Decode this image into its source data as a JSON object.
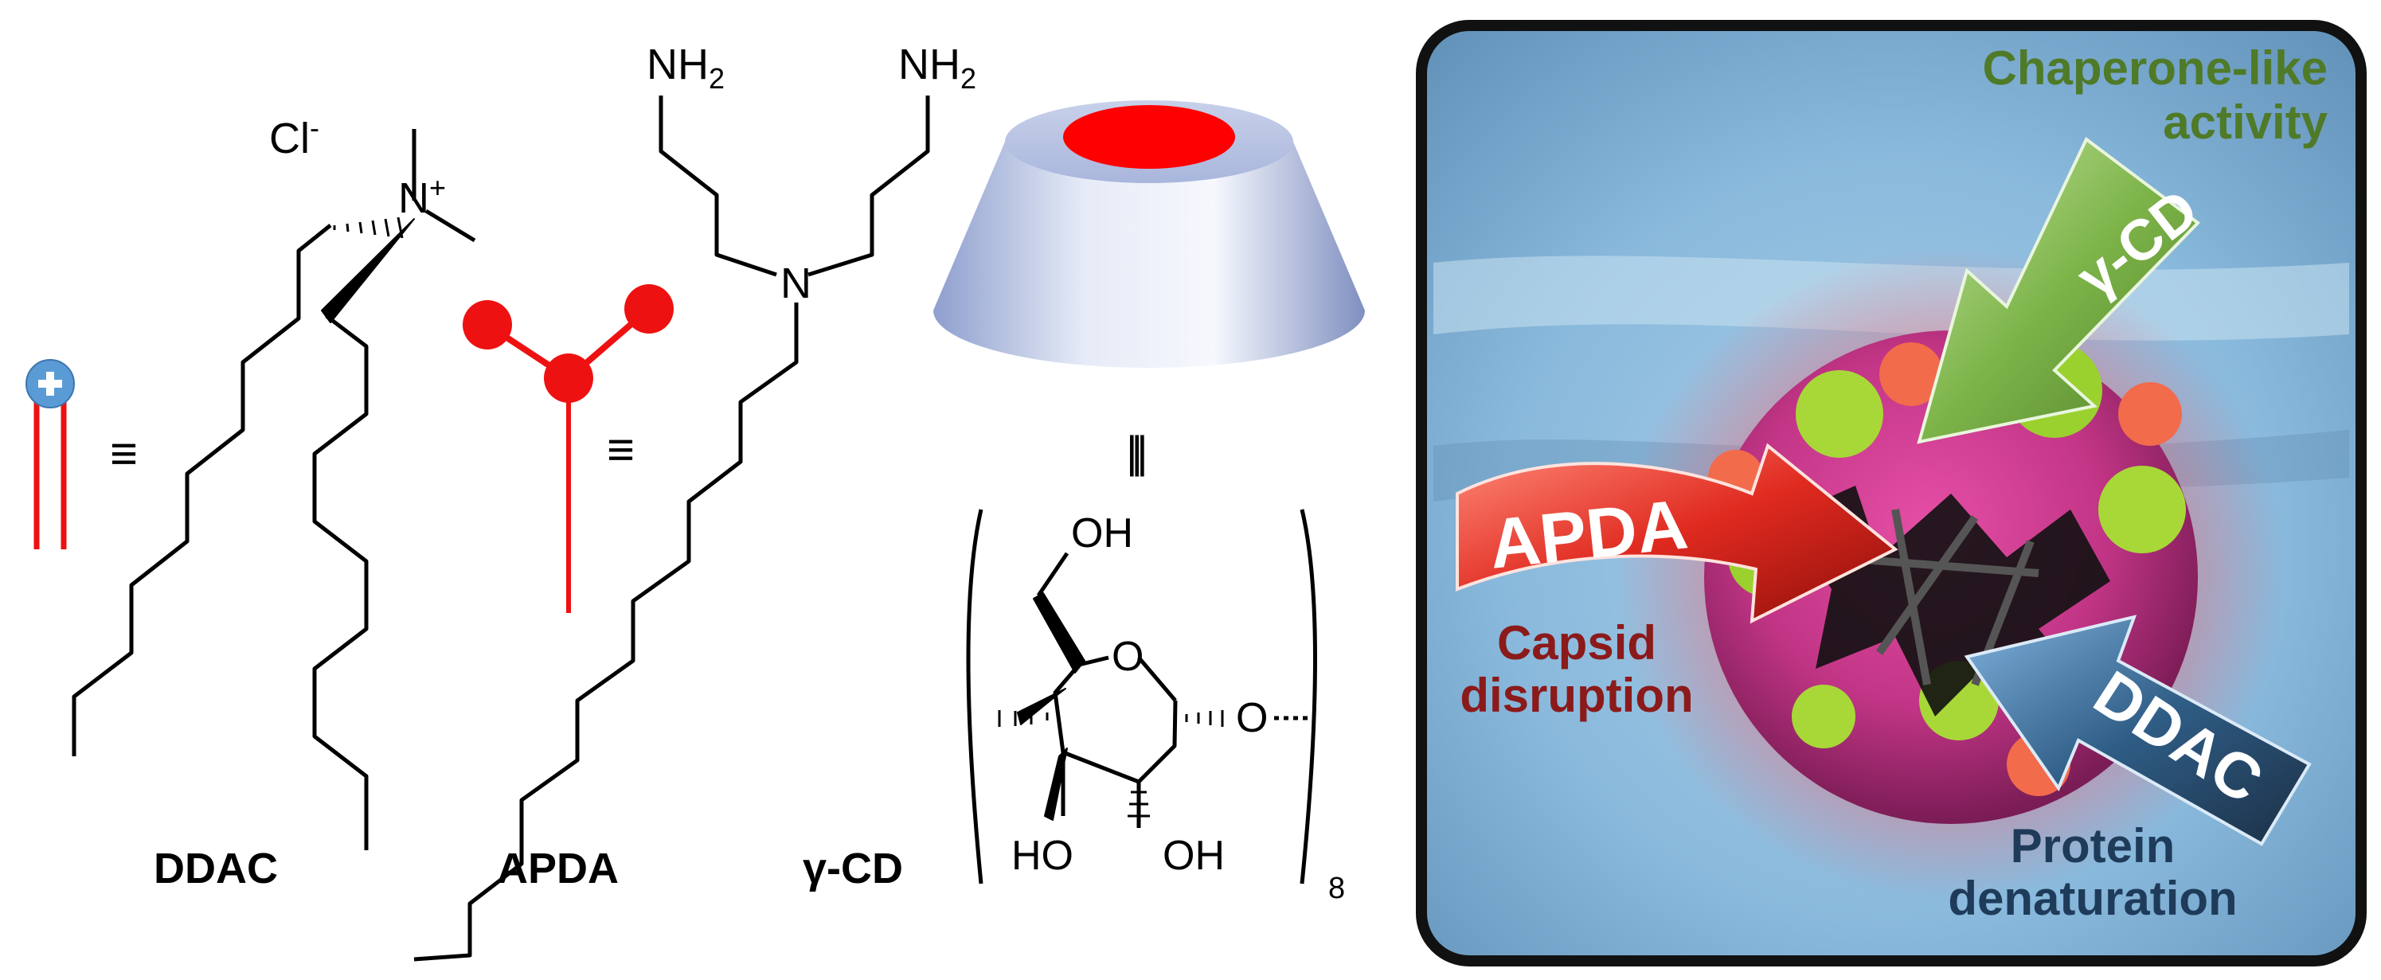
{
  "molecules": {
    "ddac": {
      "name": "DDAC",
      "counterion": "Cl",
      "counterion_charge": "-",
      "nitrogen": "N",
      "nitrogen_charge": "+"
    },
    "apda": {
      "name": "APDA",
      "amine_left": "NH",
      "amine_right": "NH",
      "amine_subscript": "2",
      "nitrogen": "N"
    },
    "gcd": {
      "name": "γ-CD",
      "oh_top": "OH",
      "oh_left": "HO",
      "oh_right": "OH",
      "ring_o": "O",
      "link_o": "O",
      "repeat": "8"
    }
  },
  "symbols": {
    "equiv": "≡",
    "equiv_vertical": "|||"
  },
  "icons": [
    "plus-icon",
    "cationic-surfactant-icon",
    "trivalent-amine-icon",
    "cyclodextrin-cone-icon"
  ],
  "panel": {
    "chaperone_line1": "Chaperone-like",
    "chaperone_line2": "activity",
    "arrow_gcd": "γ-CD",
    "arrow_apda": "APDA",
    "arrow_ddac": "DDAC",
    "capsid_line1": "Capsid",
    "capsid_line2": "disruption",
    "protein_line1": "Protein",
    "protein_line2": "denaturation"
  },
  "colors": {
    "surfactant_red": "#ee1111",
    "plus_blue": "#5b9bd5",
    "green_text": "#4f7a28",
    "dark_red_text": "#8b1a1a",
    "navy_text": "#1f3b5a"
  }
}
